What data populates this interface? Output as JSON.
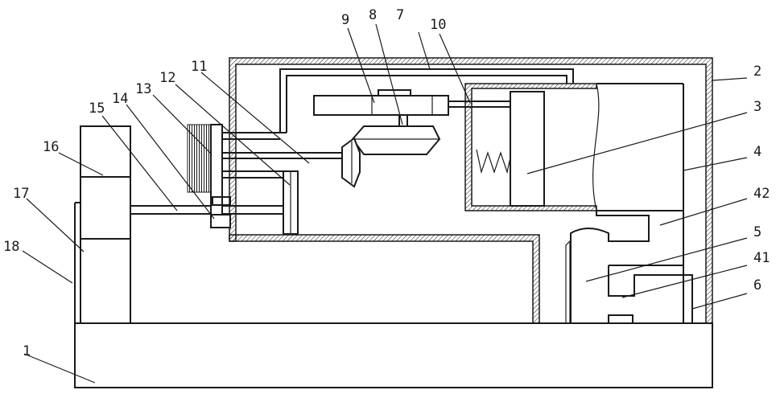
{
  "labels": {
    "n1": "1",
    "n2": "2",
    "n3": "3",
    "n4": "4",
    "n5": "5",
    "n6": "6",
    "n7": "7",
    "n8": "8",
    "n9": "9",
    "n10": "10",
    "n11": "11",
    "n12": "12",
    "n13": "13",
    "n14": "14",
    "n15": "15",
    "n16": "16",
    "n17": "17",
    "n18": "18",
    "n41": "41",
    "n42": "42"
  }
}
